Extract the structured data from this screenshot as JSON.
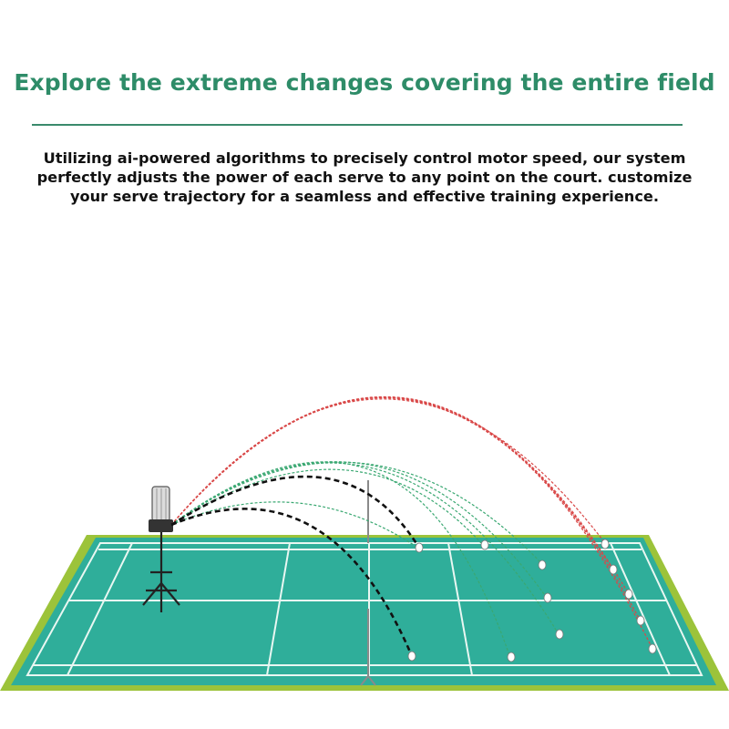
{
  "headline": "Explore the extreme changes covering the entire field",
  "description": {
    "line1": "Utilizing ai-powered algorithms to precisely control motor speed, our system",
    "line2": "perfectly adjusts the power of each serve to any point on the court. customize",
    "line3": "your serve trajectory for a seamless and effective training experience."
  },
  "colors": {
    "headline": "#2e8c68",
    "court": "#2fae9a",
    "court_border": "#9cc33a",
    "smash_path": "#d94848",
    "clear_path": "#3aa872",
    "drop_path": "#111111"
  }
}
